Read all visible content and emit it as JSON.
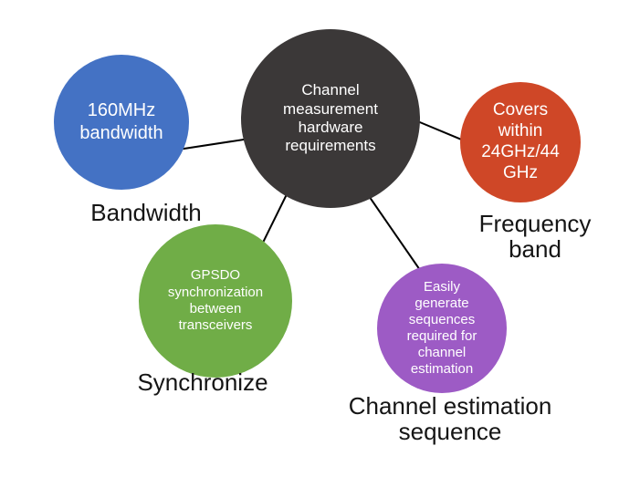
{
  "diagram": {
    "background": "#FFFFFF",
    "connector_color": "#000000",
    "label_color": "#151515",
    "center_node": {
      "text": "Channel\nmeasurement\nhardware\nrequirements",
      "color": "#3B3838",
      "text_color": "#FFFFFF"
    },
    "nodes": [
      {
        "id": "bandwidth",
        "bubble_text": "160MHz\nbandwidth",
        "label": "Bandwidth",
        "color": "#4472C4",
        "text_color": "#FFFFFF"
      },
      {
        "id": "frequency-band",
        "bubble_text": "Covers\nwithin\n24GHz/44\nGHz",
        "label": "Frequency\nband",
        "color": "#CF4727",
        "text_color": "#FFFFFF"
      },
      {
        "id": "synchronize",
        "bubble_text": "GPSDO\nsynchronization\nbetween\ntransceivers",
        "label": "Synchronize",
        "color": "#70AD47",
        "text_color": "#FFFFFF"
      },
      {
        "id": "channel-estimation-sequence",
        "bubble_text": "Easily\ngenerate\nsequences\nrequired for\nchannel\nestimation",
        "label": "Channel estimation\nsequence",
        "color": "#9D5BC5",
        "text_color": "#FFFFFF"
      }
    ]
  }
}
